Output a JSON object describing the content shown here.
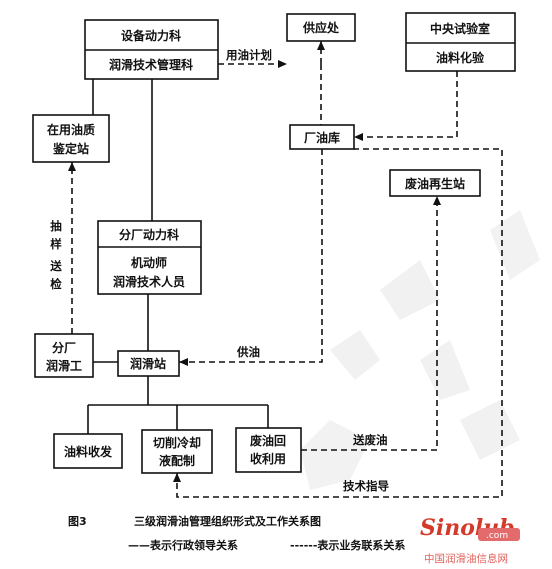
{
  "nodes": {
    "equipment_dept": "设备动力科",
    "lube_tech_mgmt": "润滑技术管理科",
    "supply_dept": "供应处",
    "central_lab": "中央试验室",
    "oil_chem_test": "油料化验",
    "oil_quality_station": [
      "在用油质",
      "鉴定站"
    ],
    "plant_depot": "厂油库",
    "waste_oil_regen": "废油再生站",
    "branch_dept": "分厂动力科",
    "mechanic": "机动师",
    "lube_tech_staff": "润滑技术人员",
    "branch_lube_worker": [
      "分厂",
      "润滑工"
    ],
    "lube_station": "润滑站",
    "oil_dispense": "油料收发",
    "cutting_fluid": [
      "切削冷却",
      "液配制"
    ],
    "waste_oil_recovery": [
      "废油回",
      "收利用"
    ]
  },
  "edges": {
    "oil_plan": "用油计划",
    "sample_test": [
      "抽",
      "样",
      "送",
      "检"
    ],
    "oil_supply": "供油",
    "send_waste_oil": "送废油",
    "tech_guidance": "技术指导"
  },
  "caption": {
    "fig_no": "图3",
    "title": "三级润滑油管理组织形式及工作关系图",
    "legend_solid": "——表示行政领导关系",
    "legend_dashed": "------表示业务联系关系"
  },
  "watermark": {
    "brand": "Sinolub",
    "domain": ".com",
    "site": "中国润滑油信息网"
  }
}
